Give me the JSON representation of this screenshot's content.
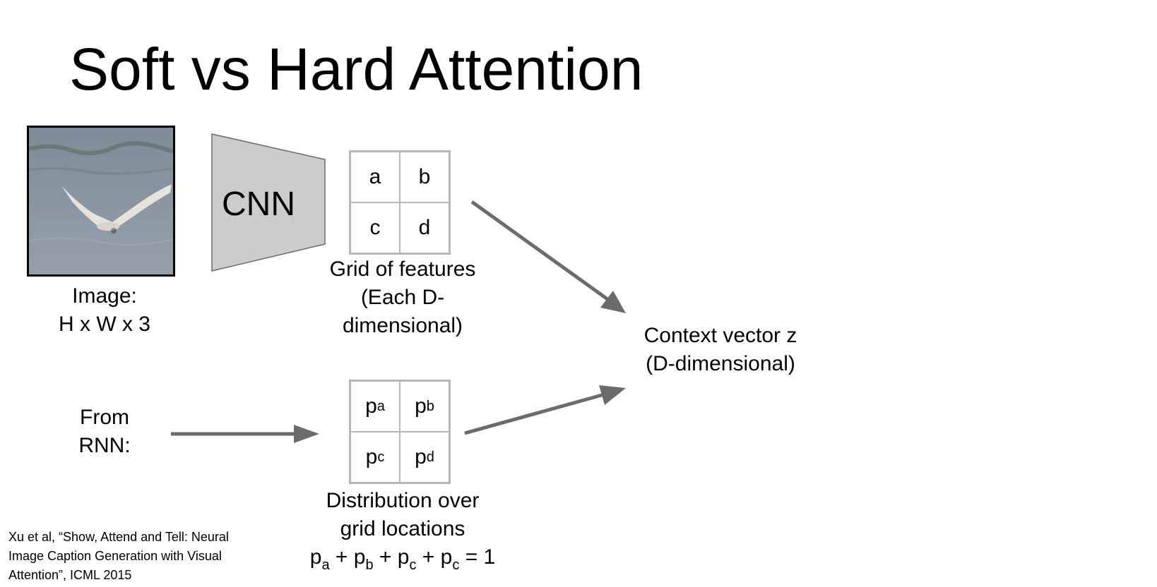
{
  "slide": {
    "title": "Soft vs Hard Attention",
    "cnn_label": "CNN",
    "image_label": [
      "Image:",
      "H x W x 3"
    ],
    "grid_label": [
      "Grid of features",
      "(Each D-",
      "dimensional)"
    ],
    "feature_grid": [
      {
        "label": "a"
      },
      {
        "label": "b"
      },
      {
        "label": "c"
      },
      {
        "label": "d"
      }
    ],
    "rnn_label": [
      "From",
      "RNN:"
    ],
    "prob_grid": [
      {
        "base": "p",
        "sub": "a"
      },
      {
        "base": "p",
        "sub": "b"
      },
      {
        "base": "p",
        "sub": "c"
      },
      {
        "base": "p",
        "sub": "d"
      }
    ],
    "dist_label": [
      "Distribution over",
      "grid locations"
    ],
    "dist_equation": [
      {
        "base": "p",
        "sub": "a"
      },
      {
        "text": " + "
      },
      {
        "base": "p",
        "sub": "b"
      },
      {
        "text": " + "
      },
      {
        "base": "p",
        "sub": "c"
      },
      {
        "text": " + "
      },
      {
        "base": "p",
        "sub": "c"
      },
      {
        "text": " = 1"
      }
    ],
    "context_label": [
      "Context vector z",
      "(D-dimensional)"
    ],
    "citation": [
      "Xu et al, “Show, Attend and Tell: Neural",
      "Image Caption Generation with Visual",
      "Attention”, ICML 2015"
    ]
  },
  "colors": {
    "arrow": "#6b6b6b",
    "cnn_fill": "#cccccc",
    "grid_border": "#b7b7b7",
    "water": "#8a96a3"
  }
}
